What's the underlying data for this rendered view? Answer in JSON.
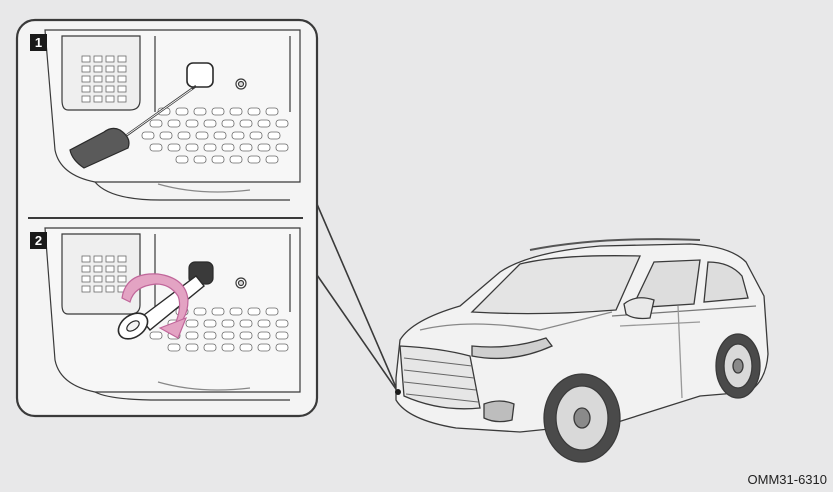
{
  "steps": [
    {
      "number": "1"
    },
    {
      "number": "2"
    }
  ],
  "figure_code": "OMM31-6310",
  "colors": {
    "background": "#e8e8e9",
    "panel": "#f4f4f4",
    "outline": "#3a3a3a",
    "rotation_arrow": "#e3a3c3"
  },
  "icons": {
    "screwdriver": "flat-screwdriver-icon",
    "tow_hook": "tow-hook-eye-icon",
    "rotation": "rotate-clockwise-arrow-icon",
    "vehicle": "suv-front-three-quarter-illustration"
  }
}
